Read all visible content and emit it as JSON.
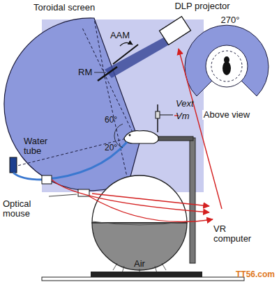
{
  "diagram": {
    "labels": [
      "Toroidal screen",
      "DLP projector",
      "AAM",
      "RM",
      "270°",
      "Above view",
      "Vext",
      "Vm",
      "60°",
      "20°",
      "Water tube",
      "Optical mouse",
      "VR computer",
      "Air",
      "TT56.com"
    ]
  }
}
